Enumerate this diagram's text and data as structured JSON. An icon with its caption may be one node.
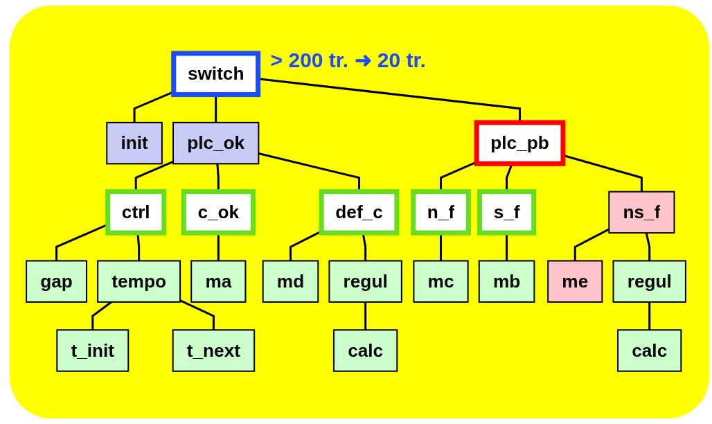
{
  "diagram": {
    "nodes": [
      {
        "text": [
          "switch"
        ],
        "beside": [
          "> 200 tr. ➜ 20 tr."
        ]
      },
      {
        "text": [
          "init"
        ]
      },
      {
        "text": [
          "plc_ok"
        ]
      },
      {
        "text": [
          "plc_pb"
        ]
      },
      {
        "text": [
          "ctrl"
        ]
      },
      {
        "text": [
          "c_ok"
        ]
      },
      {
        "text": [
          "def_c"
        ]
      },
      {
        "text": [
          "n_f"
        ]
      },
      {
        "text": [
          "s_f"
        ]
      },
      {
        "text": [
          "ns_f"
        ]
      },
      {
        "text": [
          "gap"
        ]
      },
      {
        "text": [
          "tempo"
        ]
      },
      {
        "text": [
          "ma"
        ]
      },
      {
        "text": [
          "md"
        ]
      },
      {
        "text": [
          "regul"
        ]
      },
      {
        "text": [
          "mc"
        ]
      },
      {
        "text": [
          "mb"
        ]
      },
      {
        "text": [
          "me"
        ]
      },
      {
        "text": [
          "regul"
        ]
      },
      {
        "text": [
          "t_init"
        ]
      },
      {
        "text": [
          "t_next"
        ]
      },
      {
        "text": [
          "calc"
        ]
      },
      {
        "text": [
          "calc"
        ]
      }
    ],
    "edges": [
      {
        "from": 0,
        "to": 1,
        "arrow": "none"
      },
      {
        "from": 0,
        "to": 2,
        "arrow": "none"
      },
      {
        "from": 0,
        "to": 3,
        "arrow": "none"
      },
      {
        "from": 2,
        "to": 4,
        "arrow": "none"
      },
      {
        "from": 2,
        "to": 5,
        "arrow": "none"
      },
      {
        "from": 2,
        "to": 6,
        "arrow": "none"
      },
      {
        "from": 3,
        "to": 7,
        "arrow": "none"
      },
      {
        "from": 3,
        "to": 8,
        "arrow": "none"
      },
      {
        "from": 3,
        "to": 9,
        "arrow": "none"
      },
      {
        "from": 4,
        "to": 10,
        "arrow": "none"
      },
      {
        "from": 4,
        "to": 11,
        "arrow": "none"
      },
      {
        "from": 5,
        "to": 12,
        "arrow": "none"
      },
      {
        "from": 6,
        "to": 13,
        "arrow": "none"
      },
      {
        "from": 6,
        "to": 14,
        "arrow": "none"
      },
      {
        "from": 7,
        "to": 15,
        "arrow": "none"
      },
      {
        "from": 8,
        "to": 16,
        "arrow": "none"
      },
      {
        "from": 9,
        "to": 17,
        "arrow": "none"
      },
      {
        "from": 9,
        "to": 18,
        "arrow": "none"
      },
      {
        "from": 11,
        "to": 19,
        "arrow": "none"
      },
      {
        "from": 11,
        "to": 20,
        "arrow": "none"
      },
      {
        "from": 14,
        "to": 21,
        "arrow": "none"
      },
      {
        "from": 18,
        "to": 22,
        "arrow": "none"
      }
    ]
  }
}
